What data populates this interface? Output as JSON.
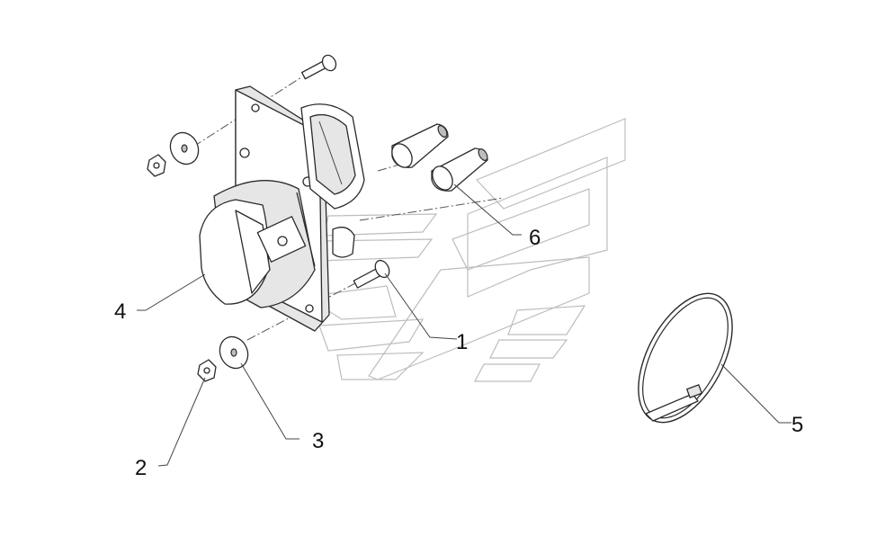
{
  "diagram": {
    "callouts": [
      {
        "id": "1",
        "label": "1"
      },
      {
        "id": "2",
        "label": "2"
      },
      {
        "id": "3",
        "label": "3"
      },
      {
        "id": "4",
        "label": "4"
      },
      {
        "id": "5",
        "label": "5"
      },
      {
        "id": "6",
        "label": "6"
      }
    ],
    "colors": {
      "line": "#2a2a2a",
      "watermark": "#bdbdbd",
      "background": "#ffffff"
    }
  }
}
